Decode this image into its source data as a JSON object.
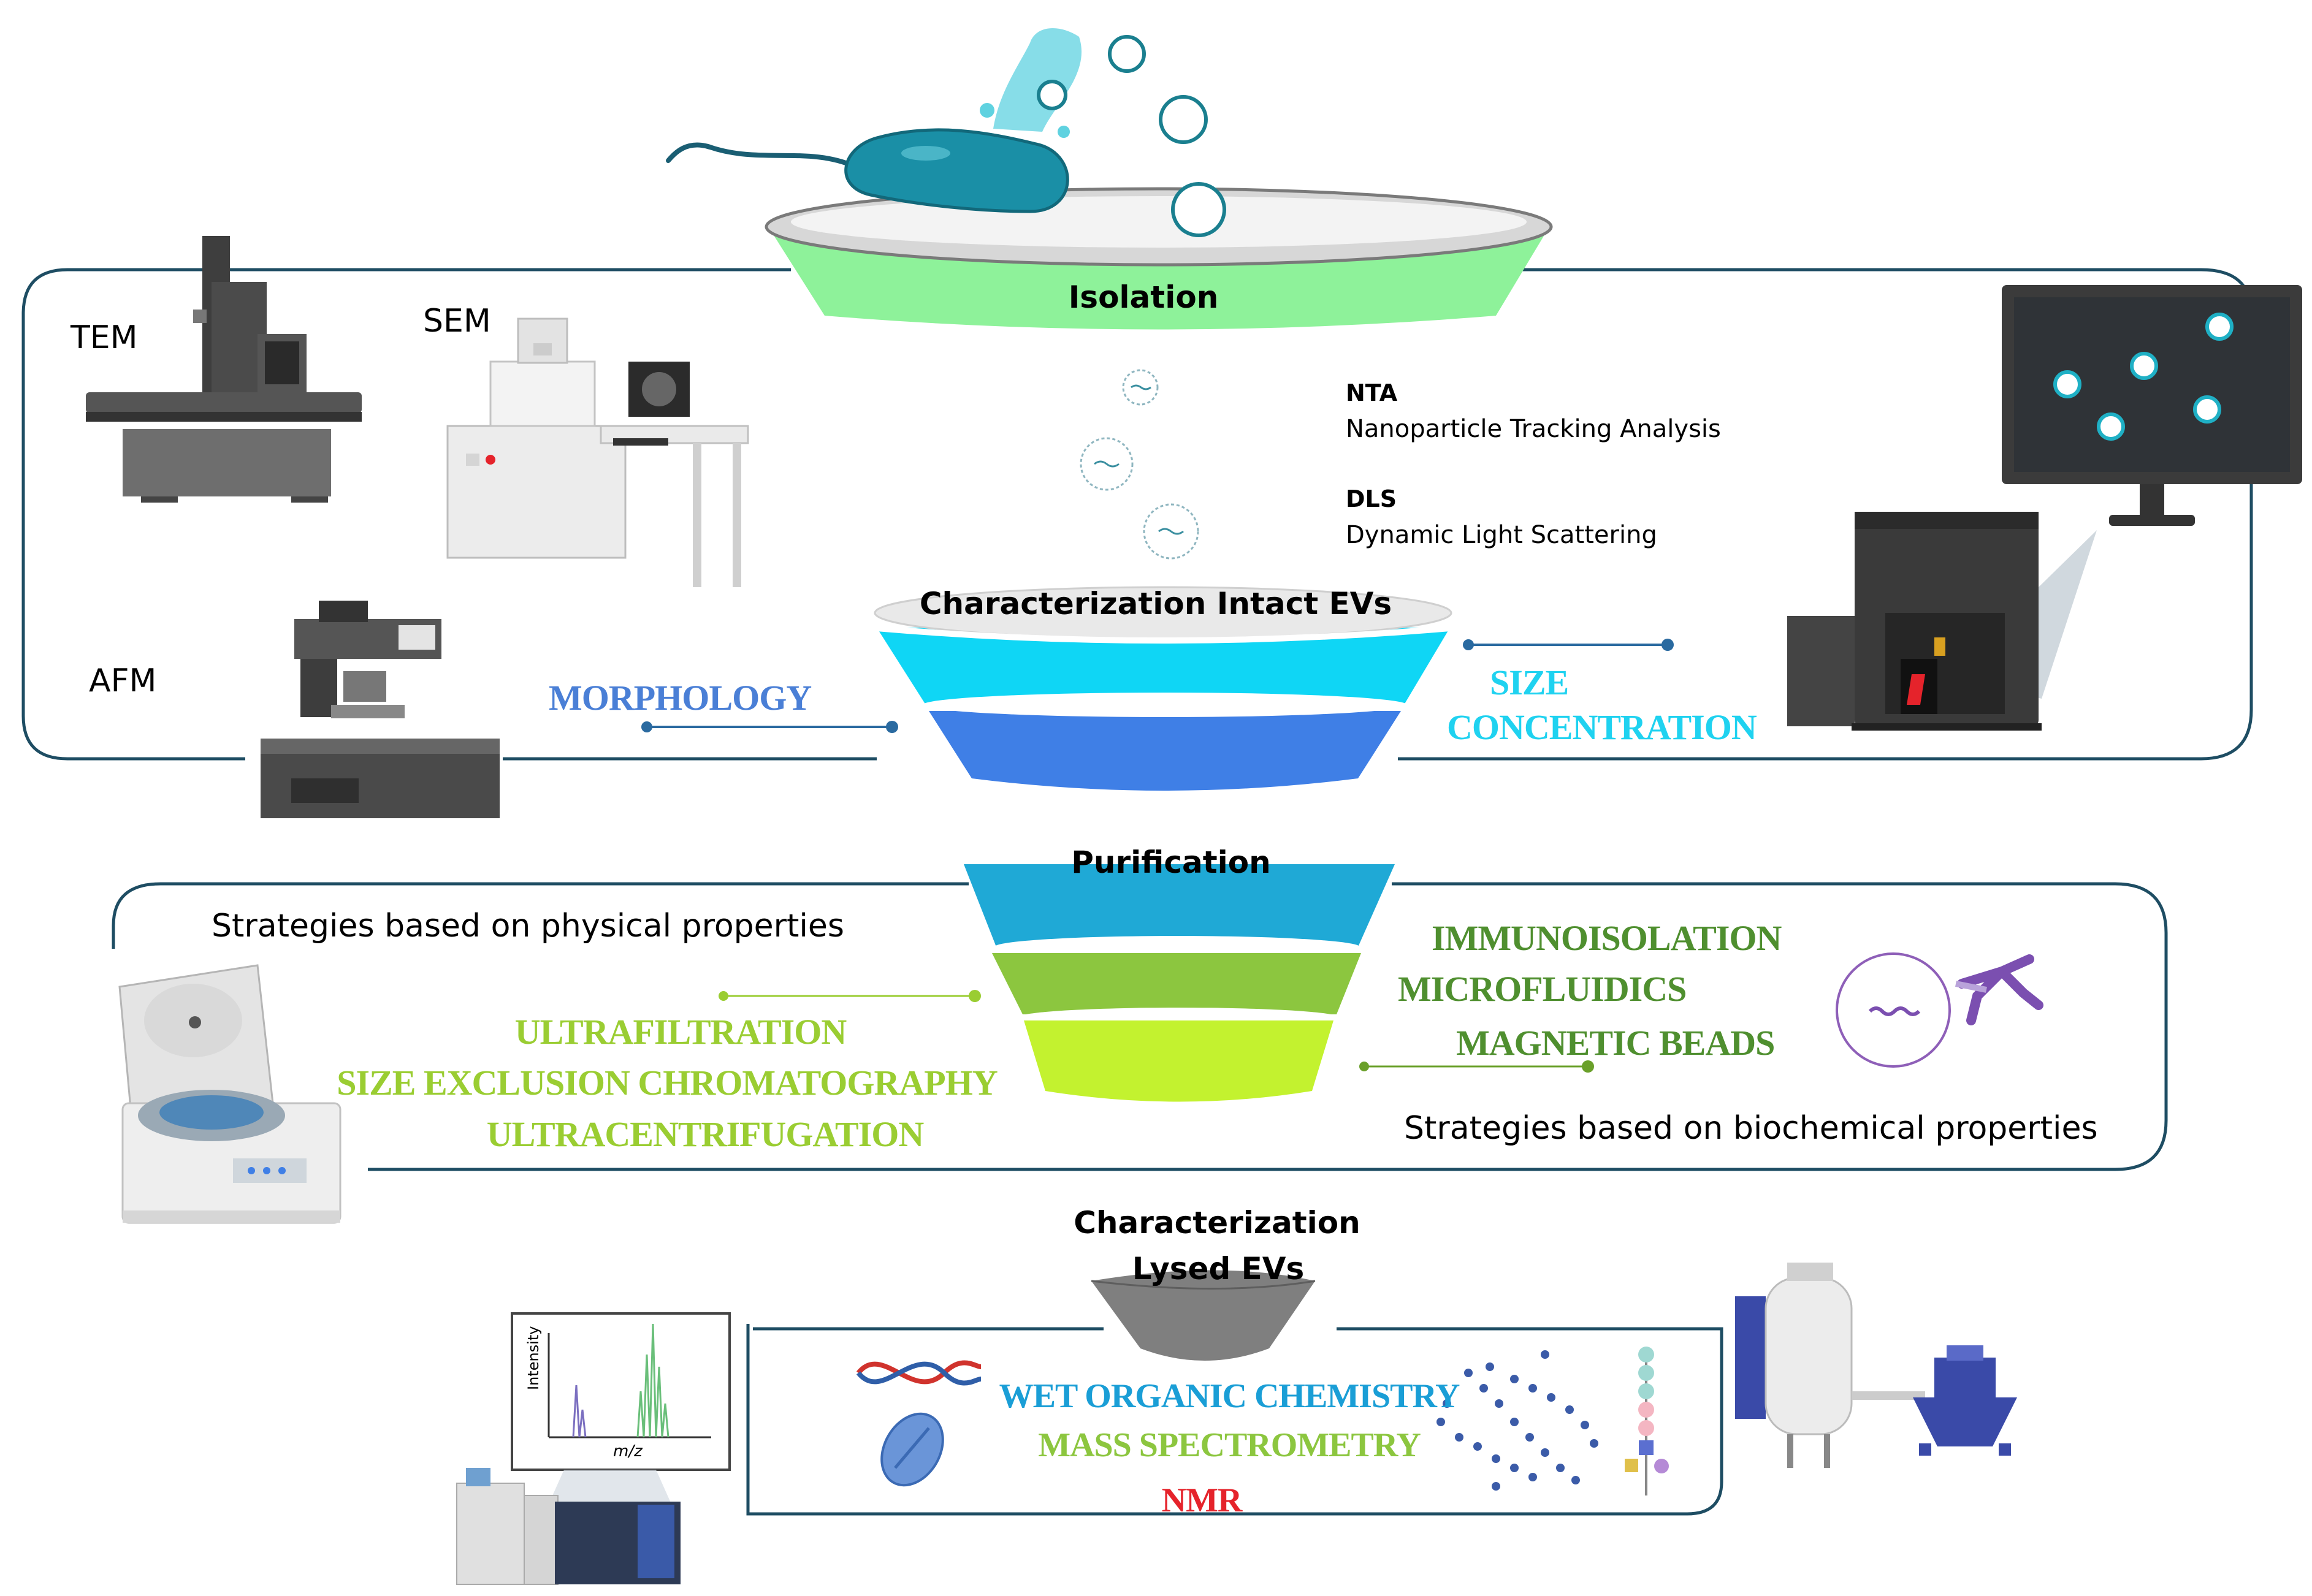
{
  "stages": {
    "isolation": "Isolation",
    "characterization_intact": "Characterization Intact EVs",
    "purification": "Purification",
    "characterization_lysed_line1": "Characterization",
    "characterization_lysed_line2": "Lysed EVs"
  },
  "instruments": {
    "tem": "TEM",
    "sem": "SEM",
    "afm": "AFM"
  },
  "intact_methods": {
    "nta_abbr": "NTA",
    "nta_full": "Nanoparticle Tracking Analysis",
    "dls_abbr": "DLS",
    "dls_full": "Dynamic Light Scattering",
    "morphology": "MORPHOLOGY",
    "size": "SIZE",
    "concentration": "CONCENTRATION"
  },
  "purification": {
    "physical_heading": "Strategies based on physical properties",
    "physical_items": [
      "ULTRAFILTRATION",
      "SIZE EXCLUSION CHROMATOGRAPHY",
      "ULTRACENTRIFUGATION"
    ],
    "biochemical_heading": "Strategies based on biochemical properties",
    "biochemical_items": [
      "IMMUNOISOLATION",
      "MICROFLUIDICS",
      "MAGNETIC BEADS"
    ]
  },
  "lysed_methods": [
    "WET ORGANIC CHEMISTRY",
    "MASS SPECTROMETRY",
    "NMR"
  ],
  "spectrum_axes": {
    "ylabel": "Intensity",
    "xlabel": "m/z"
  },
  "colors": {
    "isolation_funnel": "#8ef29a",
    "intact_top": "#0fd6f5",
    "intact_bottom": "#3f7fe6",
    "purif_top": "#1fa9d6",
    "purif_mid": "#8cc63f",
    "purif_bottom": "#c3f22f",
    "lysed_funnel": "#7f7f7f",
    "panel_border": "#1e4d63",
    "morphology": "#4a7fd6",
    "size_conc": "#1fd2f0",
    "physical_items": "#9acd32",
    "biochemical_items": "#4f8f2f",
    "wet_chem": "#1a9ed6",
    "mass_spec": "#8cc63f",
    "nmr": "#e5232b"
  },
  "icons": [
    "bacterium-icon",
    "bubble-icon",
    "vesicle-icon",
    "tem-microscope-icon",
    "sem-microscope-icon",
    "afm-microscope-icon",
    "nta-monitor-icon",
    "nta-instrument-icon",
    "centrifuge-icon",
    "antibody-icon",
    "dna-icon",
    "protein-icon",
    "glycan-icon",
    "lipid-network-icon",
    "lc-ms-icon",
    "nmr-spectrometer-icon"
  ]
}
